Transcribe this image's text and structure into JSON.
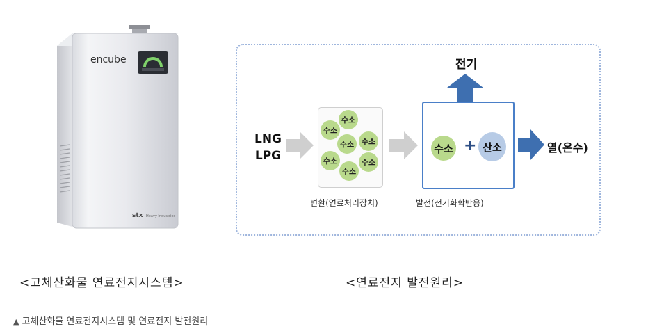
{
  "product": {
    "brand": "encube",
    "maker": "STX Heavy Industries"
  },
  "diagram": {
    "inputs": [
      "LNG",
      "LPG"
    ],
    "reformer_molecules": [
      "수소",
      "수소",
      "수소",
      "수소",
      "수소",
      "수소",
      "수소"
    ],
    "reformer_caption": "변환(연료처리장치)",
    "reactor_hydrogen": "수소",
    "reactor_plus": "+",
    "reactor_oxygen": "산소",
    "reactor_caption": "발전(전기화학반응)",
    "output_electricity": "전기",
    "output_heat": "열(온수)",
    "colors": {
      "frame_border": "#9fb6dd",
      "blue_arrow": "#3e6fb0",
      "gray_arrow": "#cfcfcf",
      "hydrogen_fill": "#b9d98c",
      "oxygen_fill": "#b7cbe6",
      "reactor_border": "#4a7fc8"
    }
  },
  "captions": {
    "left": "<고체산화물 연료전지시스템>",
    "right": "<연료전지 발전원리>"
  },
  "footnote": {
    "icon": "triangle-up-icon",
    "text": "고체산화물 연료전지시스템 및 연료전지 발전원리"
  }
}
